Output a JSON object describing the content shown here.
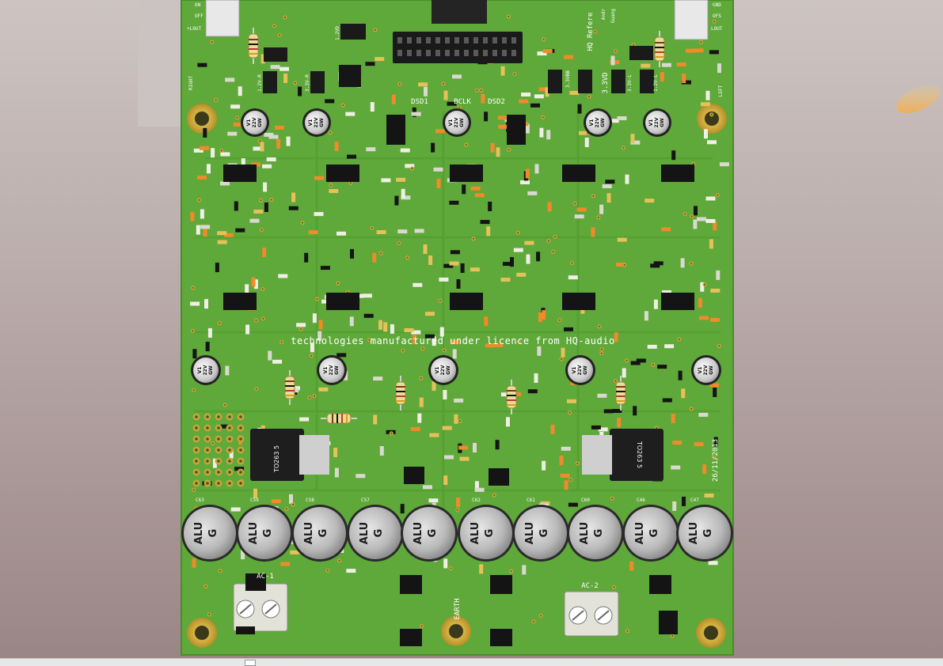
{
  "board": {
    "credit_text": "technologies manufactured under licence from HQ-audio",
    "date_text": "26/11/2013",
    "header_ref": "HQ Refere",
    "header_name_1": "Andr",
    "header_name_2": "Guang",
    "earth_label": "EARTH",
    "ac1_label": "AC-1",
    "ac2_label": "AC-2",
    "left_label": "LEFT",
    "right_label": "RIGHT",
    "gnd_label": "GND",
    "ofs_label": "OFS",
    "lout_label": "LOUT",
    "on_label": "ON",
    "off_label": "OFF",
    "lout_left_label": "+LOUT",
    "dsd1_label": "DSD1",
    "bclk_label": "BCLK",
    "dsd2_label": "DSD2",
    "v33_label": "3.3VD",
    "v33b_label": "3.3VBB",
    "v33c_label": "3.3V-L",
    "v12a_label": "1.2VD",
    "v12b_label": "1.2V-R",
    "v33r_label": "3.3V-R",
    "v12l_label": "1.2V-L",
    "to263_left": "TO263 5",
    "to263_right": "TO263 5",
    "elco_line1": "V1",
    "elco_line2": "22V",
    "elco_line3": "GW",
    "bigcap_line1": "ALU",
    "bigcap_line2": "G",
    "cap_refs": [
      "C63",
      "C59",
      "C58",
      "C57",
      "",
      "C62",
      "C61",
      "C60",
      "C46",
      "C47"
    ]
  },
  "colors": {
    "pcb_green": "#5fa83a",
    "silkscreen": "#ffffff",
    "pad_gold": "#c9a33a",
    "ic_black": "#141414"
  }
}
